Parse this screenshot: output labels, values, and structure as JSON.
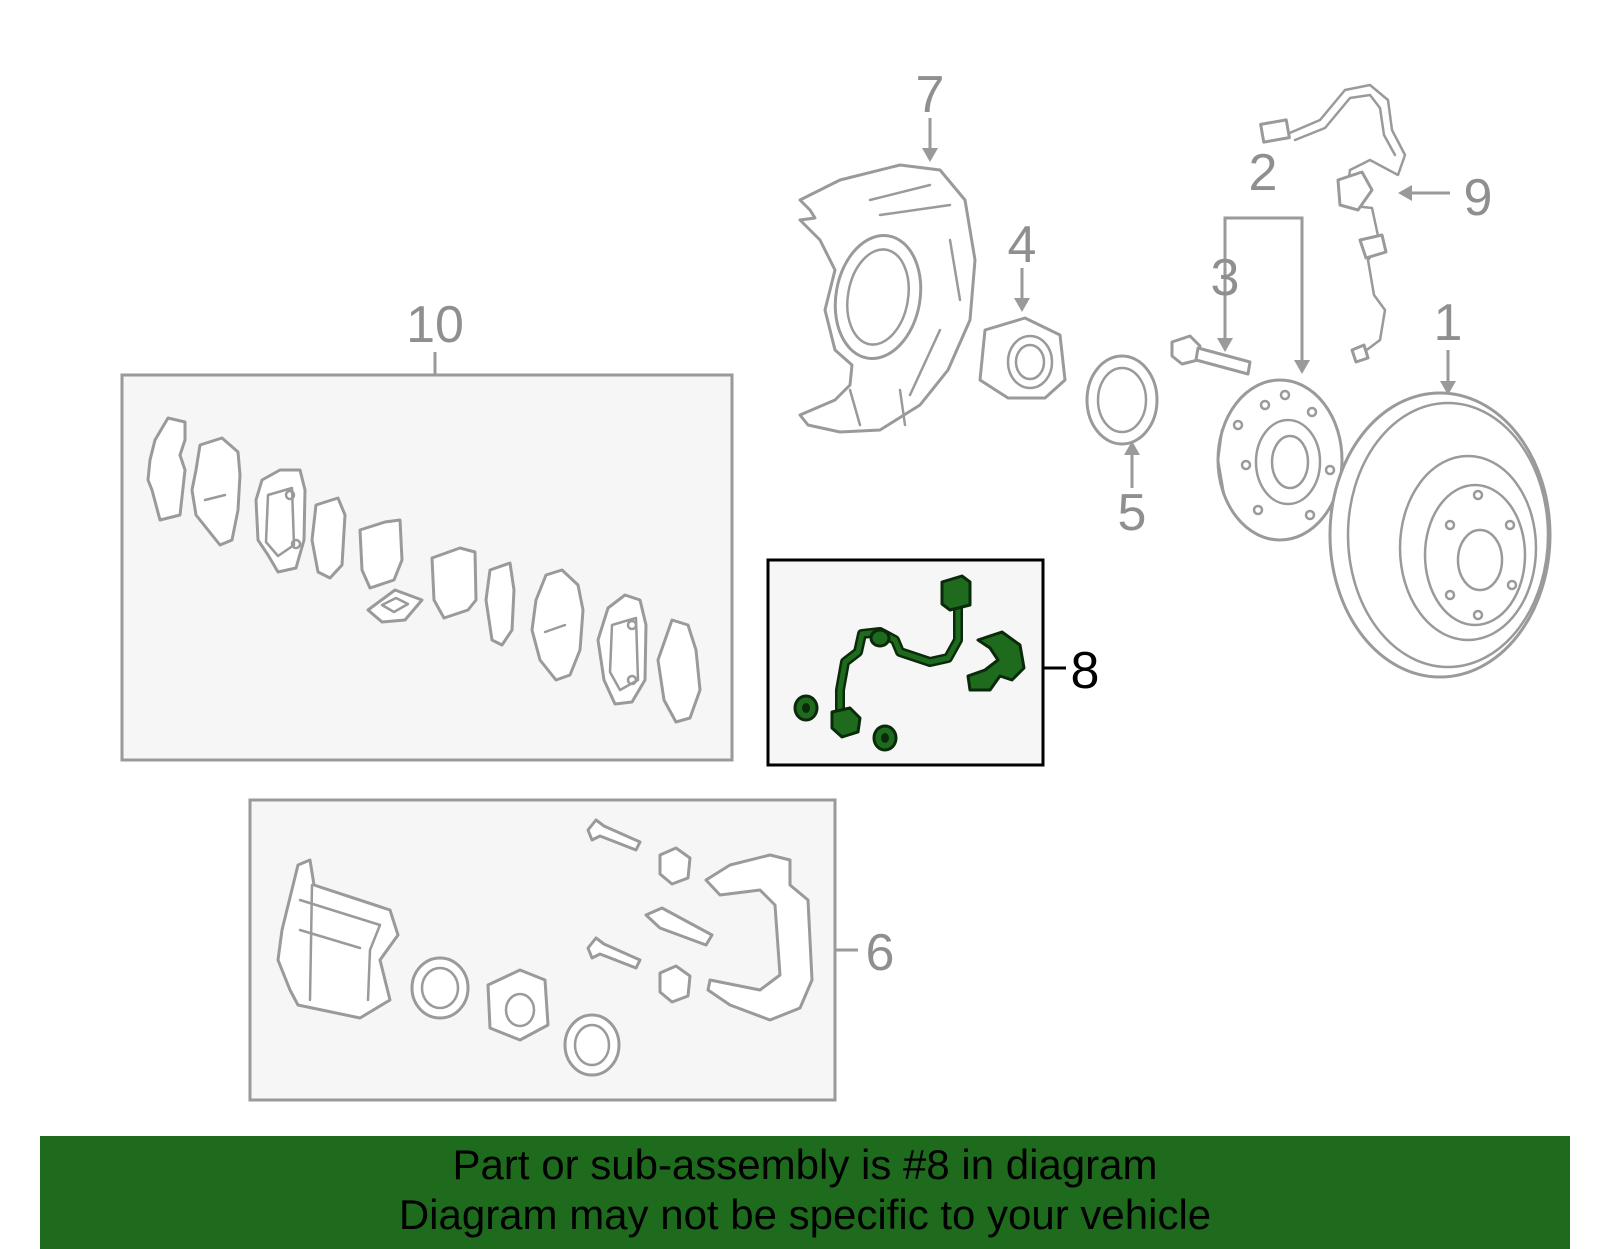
{
  "callouts": {
    "c1": "1",
    "c2": "2",
    "c3": "3",
    "c4": "4",
    "c5": "5",
    "c6": "6",
    "c7": "7",
    "c8": "8",
    "c9": "9",
    "c10": "10"
  },
  "banner": {
    "line1": "Part or sub-assembly is #8 in diagram",
    "line2": "Diagram may not be specific to your vehicle"
  },
  "colors": {
    "banner_bg": "#1e6b1e",
    "highlight": "#1e6b1e",
    "part_stroke": "#9a9a9a",
    "box_fill": "#f6f6f6"
  }
}
